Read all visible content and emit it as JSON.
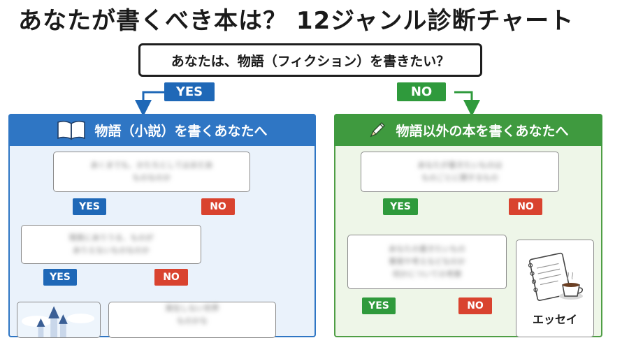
{
  "title": "あなたが書くべき本は？ 12ジャンル診断チャート",
  "top_question": "あなたは、物語（フィクション）を書きたい？",
  "yes": "YES",
  "no": "NO",
  "left_panel": {
    "header": "物語（小説）を書くあなたへ",
    "q1": [
      "あくまでも、かたちとしてはまだあ",
      "ものなのか"
    ],
    "q2": [
      "現実にありうる、ものが",
      "ありえないものなのか"
    ],
    "q3": [
      "実在しない世界",
      "ものかな"
    ]
  },
  "right_panel": {
    "header": "物語以外の本を書くあなたへ",
    "q1": [
      "あなたが書きたいものは",
      "ものごとに関するもの"
    ],
    "q2": [
      "あなたの書きたいもの",
      "事実や考えなどなのか",
      "何かについての考察"
    ],
    "result_essay": "エッセイ"
  },
  "colors": {
    "blue": "#1f68b7",
    "green": "#2f9a3c",
    "red": "#d9432f"
  }
}
